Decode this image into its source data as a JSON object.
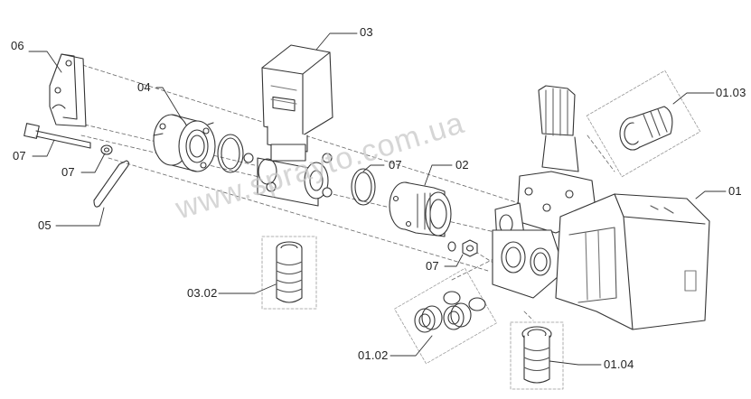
{
  "watermark": "www.sprayto.com.ua",
  "labels": {
    "p06": "06",
    "p04": "04",
    "p03": "03",
    "p07_bolt": "07",
    "p07_washer": "07",
    "p05": "05",
    "p07_oring": "07",
    "p02": "02",
    "p0302": "03.02",
    "p07_nut": "07",
    "p0103": "01.03",
    "p01": "01",
    "p0102": "01.02",
    "p0104": "01.04"
  }
}
